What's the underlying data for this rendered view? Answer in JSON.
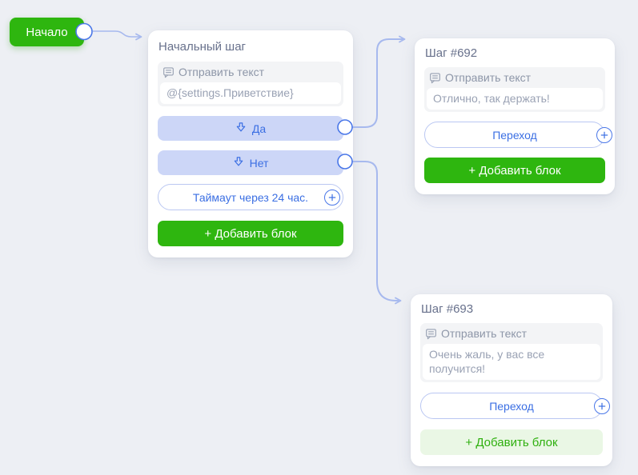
{
  "colors": {
    "background": "#edeff4",
    "accent_green": "#2eb60f",
    "accent_blue": "#3b6fe3",
    "quick_reply_bg": "#ccd6f7",
    "pill_border": "#bac7f2",
    "connector_line": "#a7b9ee",
    "light_green_bg": "#eaf7e5"
  },
  "start_node": {
    "label": "Начало"
  },
  "nodes": [
    {
      "title": "Начальный шаг",
      "action": {
        "icon": "message-icon",
        "header": "Отправить текст",
        "text": "@{settings.Приветствие}"
      },
      "quick_replies": [
        {
          "label": "Да"
        },
        {
          "label": "Нет"
        }
      ],
      "timeout_label": "Таймаут через 24 час.",
      "add_block_label": "+ Добавить блок"
    },
    {
      "title": "Шаг #692",
      "action": {
        "icon": "message-icon",
        "header": "Отправить текст",
        "text": "Отлично, так держать!"
      },
      "transition_label": "Переход",
      "add_block_label": "+ Добавить блок"
    },
    {
      "title": "Шаг #693",
      "action": {
        "icon": "message-icon",
        "header": "Отправить текст",
        "text": "Очень жаль, у вас все получится!"
      },
      "transition_label": "Переход",
      "add_block_label": "+ Добавить блок"
    }
  ]
}
